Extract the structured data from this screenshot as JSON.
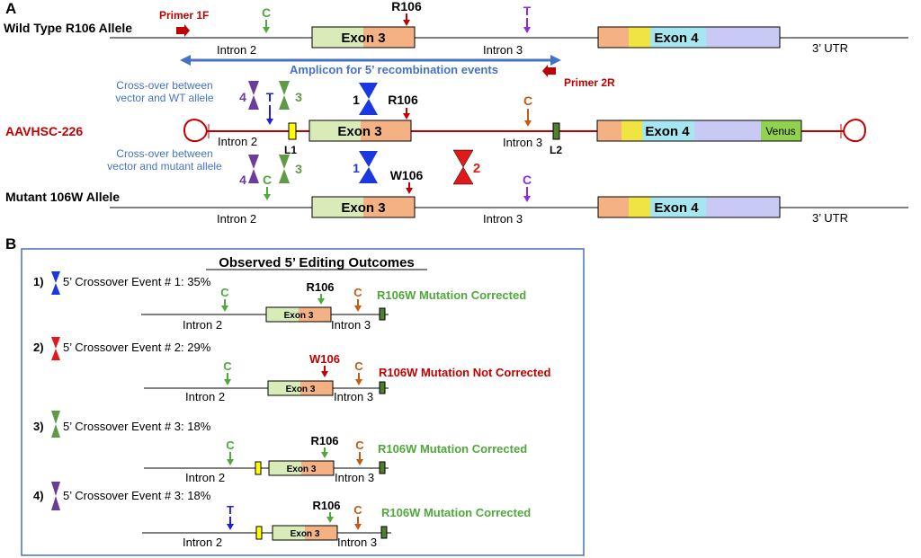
{
  "colors": {
    "line_gray": "#808080",
    "vector_red": "#c00000",
    "exon3_green": "#d9ecb8",
    "exon3_orange": "#f4b183",
    "exon4_orange": "#f4b183",
    "exon4_yellow": "#f0e442",
    "exon4_cyan": "#a6e6f0",
    "exon4_lavender": "#c9c9f5",
    "venus_green": "#92d050",
    "label_green": "#4ea83a",
    "label_purple": "#8b2be2",
    "label_orange": "#c55a11",
    "label_blue": "#1f1fe0",
    "text_blue": "#4472c4",
    "text_red": "#c00000",
    "xover_blue": "#1a37e0",
    "xover_red": "#e01a1a",
    "xover_green": "#5f9a44",
    "xover_purple": "#6a3d9a",
    "l1_yellow": "#ffff00",
    "l2_green": "#4f7f2f",
    "panel_border": "#4472c4",
    "amplicon_blue": "#4472c4"
  },
  "panel_a": {
    "label": "A",
    "wt": {
      "title": "Wild Type R106 Allele",
      "primer_1f": "Primer 1F",
      "intron2": "Intron 2",
      "intron3": "Intron 3",
      "exon3": "Exon 3",
      "exon4": "Exon 4",
      "utr": "3’ UTR",
      "snp_c": "C",
      "snp_t": "T",
      "r106": "R106"
    },
    "amplicon": "Amplicon for 5’ recombination events",
    "primer_2r": "Primer 2R",
    "crossover_wt": [
      "Cross-over between",
      "vector and WT allele"
    ],
    "crossover_mut": [
      "Cross-over between",
      "vector and mutant allele"
    ],
    "vector": {
      "title": "AAVHSC-226",
      "intron2": "Intron 2",
      "intron3": "Intron 3",
      "l1": "L1",
      "l2": "L2",
      "exon3": "Exon 3",
      "exon4": "Exon 4",
      "venus": "Venus",
      "snp_t": "T",
      "snp_c": "C",
      "r106": "R106",
      "x4": "4",
      "x3": "3",
      "x1": "1"
    },
    "mut_markers": {
      "x4": "4",
      "snp_c": "C",
      "x3": "3",
      "x1": "1",
      "w106": "W106",
      "x2": "2"
    },
    "mut": {
      "title": "Mutant 106W Allele",
      "intron2": "Intron 2",
      "intron3": "Intron 3",
      "exon3": "Exon 3",
      "exon4": "Exon 4",
      "utr": "3’ UTR",
      "snp_c": "C"
    }
  },
  "panel_b": {
    "label": "B",
    "title": "Observed 5’ Editing Outcomes",
    "outcomes": [
      {
        "num": "1)",
        "event": "5’ Crossover Event # 1: 35%",
        "snp1": "C",
        "codon": "R106",
        "snp2": "C",
        "result": "R106W Mutation Corrected",
        "intron2": "Intron 2",
        "intron3": "Intron 3",
        "exon3": "Exon 3"
      },
      {
        "num": "2)",
        "event": "5’ Crossover Event # 2: 29%",
        "snp1": "C",
        "codon": "W106",
        "snp2": "C",
        "result": "R106W Mutation Not Corrected",
        "intron2": "Intron 2",
        "intron3": "Intron 3",
        "exon3": "Exon 3"
      },
      {
        "num": "3)",
        "event": "5’ Crossover Event # 3: 18%",
        "snp1": "C",
        "codon": "R106",
        "snp2": "C",
        "result": "R106W Mutation Corrected",
        "intron2": "Intron 2",
        "intron3": "Intron 3",
        "exon3": "Exon 3"
      },
      {
        "num": "4)",
        "event": "5’ Crossover Event # 3: 18%",
        "snp1": "T",
        "codon": "R106",
        "snp2": "C",
        "result": "R106W Mutation Corrected",
        "intron2": "Intron 2",
        "intron3": "Intron 3",
        "exon3": "Exon 3"
      }
    ]
  }
}
